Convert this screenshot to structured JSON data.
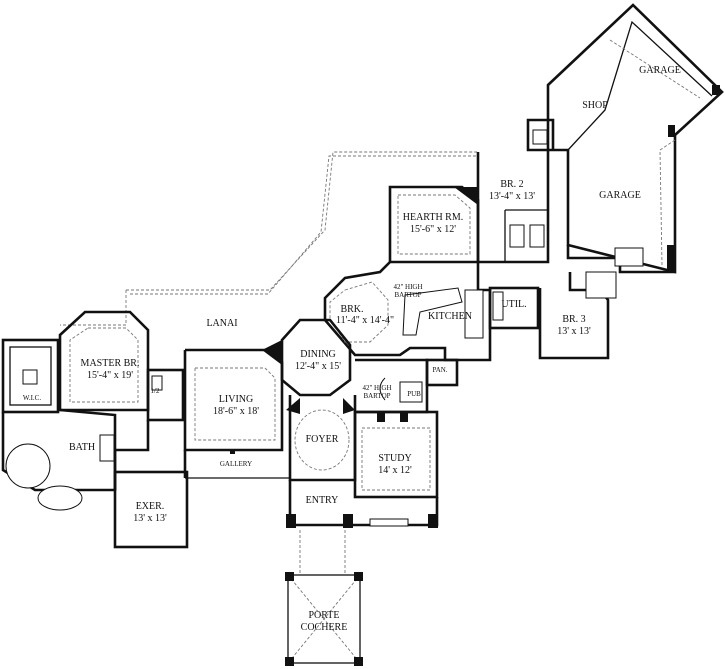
{
  "rooms": {
    "garage_top": "GARAGE",
    "garage_bottom": "GARAGE",
    "shop": "SHOP",
    "br2_name": "BR. 2",
    "br2_size": "13'-4\" x 13'",
    "hearth_name": "HEARTH RM.",
    "hearth_size": "15'-6\" x 12'",
    "lanai": "LANAI",
    "bartop_label_1a": "42\" HIGH",
    "bartop_label_1b": "BARTOP",
    "brk_name": "BRK.",
    "brk_size": "11'-4\" x 14'-4\"",
    "kitchen": "KITCHEN",
    "util": "UTIL.",
    "br3_name": "BR. 3",
    "br3_size": "13' x 13'",
    "master_name": "MASTER BR.",
    "master_size": "15'-4\" x 19'",
    "wic": "W.I.C.",
    "half_bath": "1/2",
    "dining_name": "DINING",
    "dining_size": "12'-4\" x 15'",
    "living_name": "LIVING",
    "living_size": "18'-6\" x 18'",
    "pan": "PAN.",
    "bartop_label_2a": "42\" HIGH",
    "bartop_label_2b": "BARTOP",
    "pub": "PUB",
    "bath": "BATH",
    "foyer": "FOYER",
    "study_name": "STUDY",
    "study_size": "14' x 12'",
    "gallery": "GALLERY",
    "exer_name": "EXER.",
    "exer_size": "13' x 13'",
    "entry": "ENTRY",
    "porte_1": "PORTE",
    "porte_2": "COCHERE"
  }
}
